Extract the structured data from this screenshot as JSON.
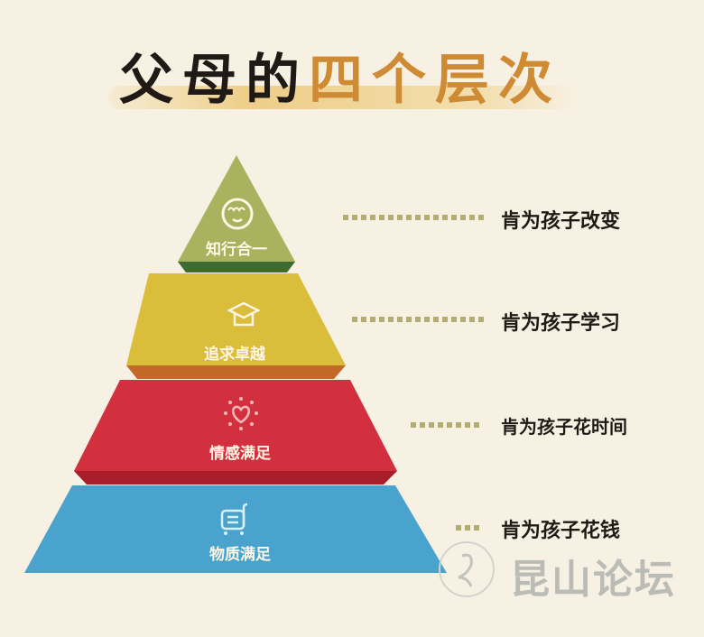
{
  "title": {
    "part1": "父母的",
    "part2": "四个层次"
  },
  "tiers": [
    {
      "label": "知行合一",
      "icon": "face-icon",
      "description": "肯为孩子改变",
      "color": "#a9b25e"
    },
    {
      "label": "追求卓越",
      "icon": "graduation-cap-icon",
      "description": "肯为孩子学习",
      "color": "#d9bd3b"
    },
    {
      "label": "情感满足",
      "icon": "heart-icon",
      "description": "肯为孩子花时间",
      "color": "#d3303f"
    },
    {
      "label": "物质满足",
      "icon": "cart-icon",
      "description": "肯为孩子花钱",
      "color": "#4aa3cc"
    }
  ],
  "watermark": "昆山论坛"
}
